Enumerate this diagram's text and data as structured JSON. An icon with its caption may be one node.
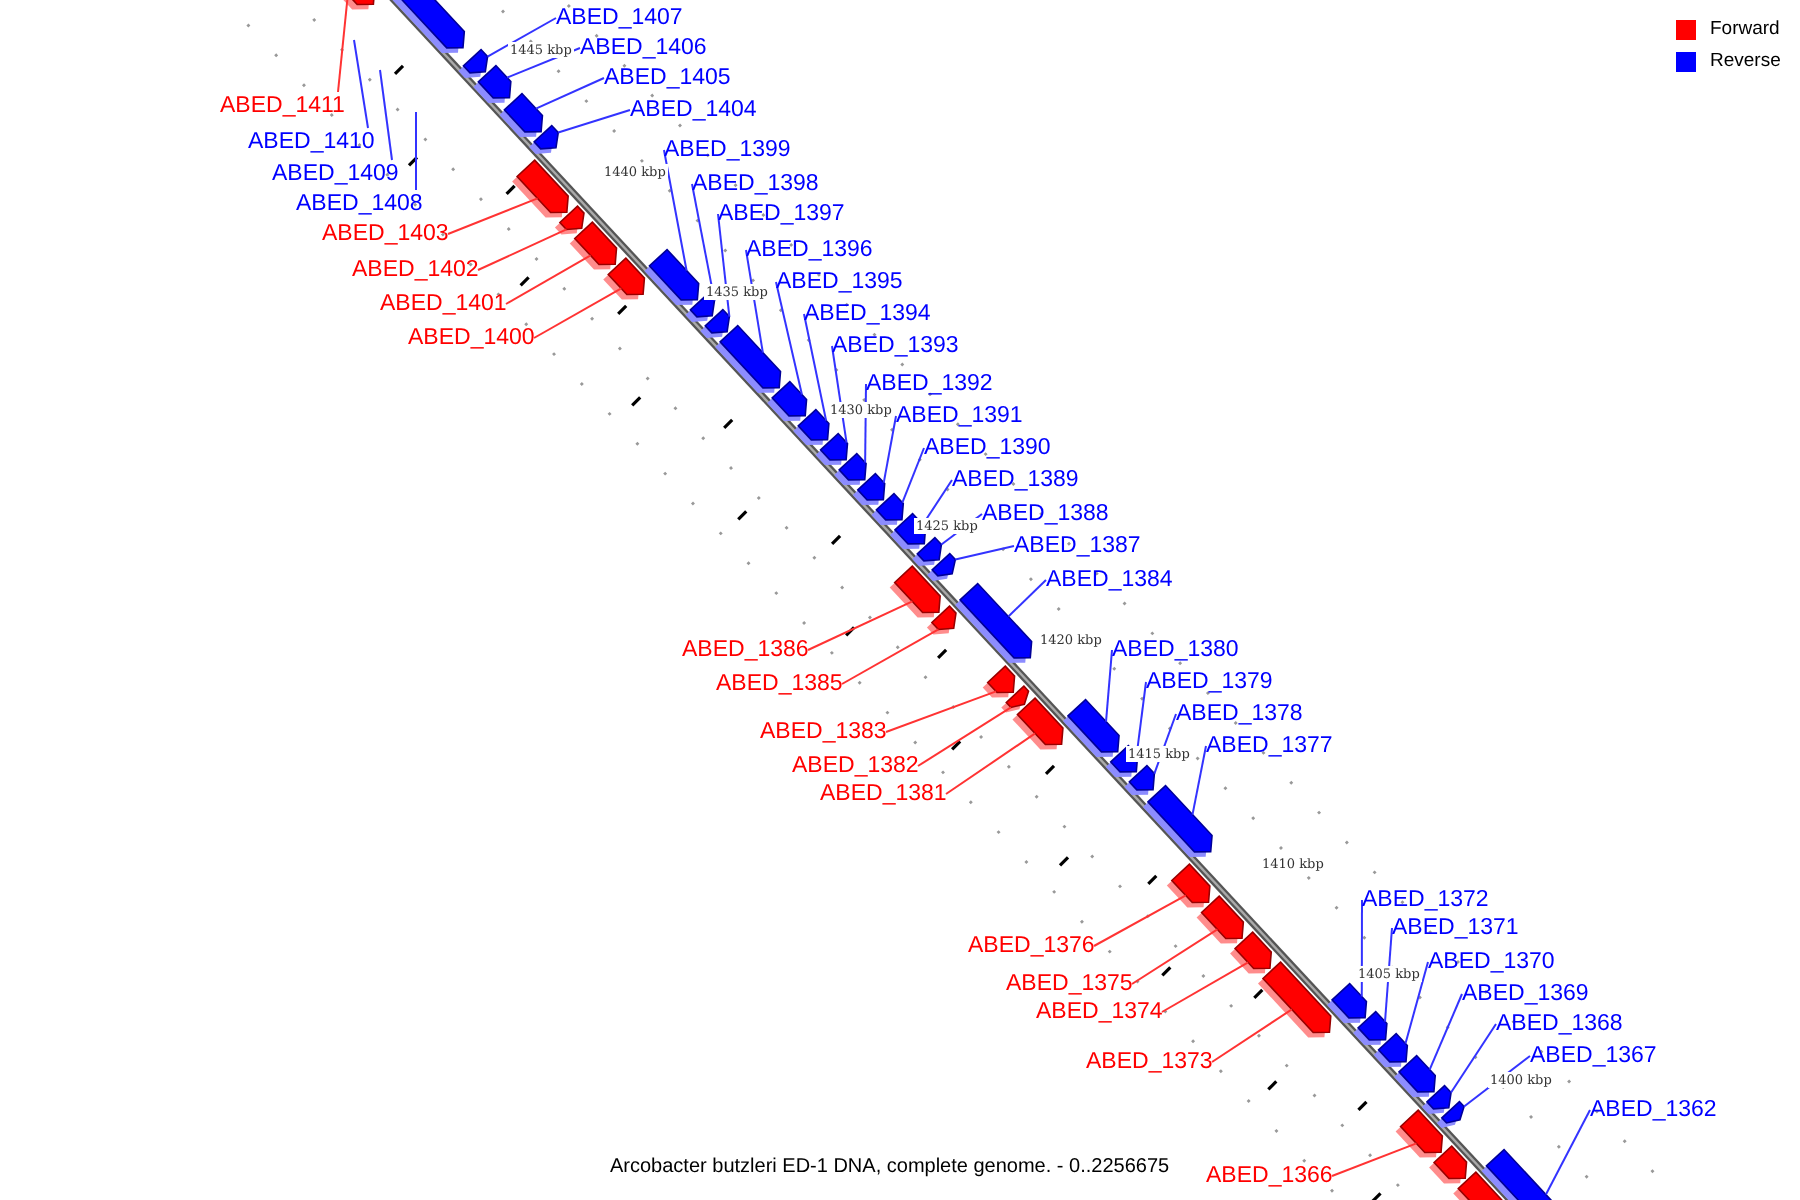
{
  "diagram": {
    "caption": "Arcobacter butzleri ED-1 DNA, complete genome. - 0..2256675",
    "nodes": [
      {
        "text": [
          "ABED_1407"
        ]
      },
      {
        "text": [
          "ABED_1406"
        ]
      },
      {
        "text": [
          "ABED_1405"
        ]
      },
      {
        "text": [
          "ABED_1411"
        ]
      },
      {
        "text": [
          "ABED_1404"
        ]
      },
      {
        "text": [
          "ABED_1410"
        ]
      },
      {
        "text": [
          "ABED_1399"
        ]
      },
      {
        "text": [
          "ABED_1409"
        ]
      },
      {
        "text": [
          "ABED_1398"
        ]
      },
      {
        "text": [
          "ABED_1408"
        ]
      },
      {
        "text": [
          "ABED_1397"
        ]
      },
      {
        "text": [
          "ABED_1403"
        ]
      },
      {
        "text": [
          "ABED_1396"
        ]
      },
      {
        "text": [
          "ABED_1402"
        ]
      },
      {
        "text": [
          "ABED_1395"
        ]
      },
      {
        "text": [
          "ABED_1401"
        ]
      },
      {
        "text": [
          "ABED_1394"
        ]
      },
      {
        "text": [
          "ABED_1400"
        ]
      },
      {
        "text": [
          "ABED_1393"
        ]
      },
      {
        "text": [
          "ABED_1392"
        ]
      },
      {
        "text": [
          "ABED_1391"
        ]
      },
      {
        "text": [
          "ABED_1390"
        ]
      },
      {
        "text": [
          "ABED_1389"
        ]
      },
      {
        "text": [
          "ABED_1388"
        ]
      },
      {
        "text": [
          "ABED_1387"
        ]
      },
      {
        "text": [
          "ABED_1384"
        ]
      },
      {
        "text": [
          "ABED_1386"
        ]
      },
      {
        "text": [
          "ABED_1380"
        ]
      },
      {
        "text": [
          "ABED_1385"
        ]
      },
      {
        "text": [
          "ABED_1379"
        ]
      },
      {
        "text": [
          "ABED_1378"
        ]
      },
      {
        "text": [
          "ABED_1383"
        ]
      },
      {
        "text": [
          "ABED_1377"
        ]
      },
      {
        "text": [
          "ABED_1382"
        ]
      },
      {
        "text": [
          "ABED_1381"
        ]
      },
      {
        "text": [
          "ABED_1372"
        ]
      },
      {
        "text": [
          "ABED_1371"
        ]
      },
      {
        "text": [
          "ABED_1376"
        ]
      },
      {
        "text": [
          "ABED_1370"
        ]
      },
      {
        "text": [
          "ABED_1375"
        ]
      },
      {
        "text": [
          "ABED_1369"
        ]
      },
      {
        "text": [
          "ABED_1374"
        ]
      },
      {
        "text": [
          "ABED_1368"
        ]
      },
      {
        "text": [
          "ABED_1373"
        ]
      },
      {
        "text": [
          "ABED_1367"
        ]
      },
      {
        "text": [
          "ABED_1362"
        ]
      },
      {
        "text": [
          "ABED_1366"
        ]
      },
      {
        "text": [],
        "shape": "arrow"
      },
      {
        "text": [],
        "shape": "arrow"
      },
      {
        "text": [],
        "shape": "arrow"
      },
      {
        "text": [],
        "shape": "arrow"
      },
      {
        "text": [],
        "shape": "arrow"
      },
      {
        "text": [],
        "shape": "arrow"
      },
      {
        "text": [],
        "shape": "arrow"
      },
      {
        "text": [],
        "shape": "arrow"
      },
      {
        "text": [],
        "shape": "arrow"
      },
      {
        "text": [],
        "shape": "arrow"
      },
      {
        "text": [],
        "shape": "arrow"
      },
      {
        "text": [],
        "shape": "arrow"
      },
      {
        "text": [],
        "shape": "arrow"
      },
      {
        "text": [],
        "shape": "arrow"
      },
      {
        "text": [],
        "shape": "arrow"
      },
      {
        "text": [],
        "shape": "arrow"
      },
      {
        "text": [],
        "shape": "arrow"
      },
      {
        "text": [],
        "shape": "arrow"
      },
      {
        "text": [],
        "shape": "arrow"
      },
      {
        "text": [],
        "shape": "arrow"
      },
      {
        "text": [],
        "shape": "arrow"
      },
      {
        "text": [],
        "shape": "arrow"
      },
      {
        "text": [],
        "shape": "arrow"
      },
      {
        "text": [],
        "shape": "arrow"
      },
      {
        "text": [],
        "shape": "arrow"
      },
      {
        "text": [],
        "shape": "arrow"
      },
      {
        "text": [],
        "shape": "arrow"
      },
      {
        "text": [],
        "shape": "arrow"
      },
      {
        "text": [],
        "shape": "arrow"
      },
      {
        "text": [],
        "shape": "arrow"
      },
      {
        "text": [],
        "shape": "arrow"
      },
      {
        "text": [],
        "shape": "arrow"
      },
      {
        "text": [],
        "shape": "arrow"
      },
      {
        "text": [],
        "shape": "arrow"
      },
      {
        "text": [],
        "shape": "arrow"
      },
      {
        "text": [],
        "shape": "arrow"
      },
      {
        "text": [],
        "shape": "arrow"
      },
      {
        "text": [],
        "shape": "arrow"
      },
      {
        "text": [],
        "shape": "arrow"
      },
      {
        "text": [],
        "shape": "arrow"
      },
      {
        "text": [],
        "shape": "arrow"
      },
      {
        "text": [],
        "shape": "arrow"
      },
      {
        "text": [],
        "shape": "arrow"
      },
      {
        "text": [],
        "shape": "arrow"
      },
      {
        "text": [],
        "shape": "arrow"
      },
      {
        "text": [],
        "shape": "arrow"
      },
      {
        "text": [],
        "shape": "arrow"
      }
    ],
    "edges": [
      {
        "from": 0,
        "to": 49,
        "arrow": "none"
      },
      {
        "from": 1,
        "to": 50,
        "arrow": "none"
      },
      {
        "from": 2,
        "to": 51,
        "arrow": "none"
      },
      {
        "from": 3,
        "to": 47,
        "arrow": "none",
        "color": "#ff3333"
      },
      {
        "from": 4,
        "to": 52,
        "arrow": "none"
      },
      {
        "from": 5,
        "to": null,
        "arrow": "none"
      },
      {
        "from": 6,
        "to": 57,
        "arrow": "none"
      },
      {
        "from": 7,
        "to": null,
        "arrow": "none"
      },
      {
        "from": 8,
        "to": 58,
        "arrow": "none"
      },
      {
        "from": 9,
        "to": null,
        "arrow": "none"
      },
      {
        "from": 10,
        "to": 59,
        "arrow": "none"
      },
      {
        "from": 11,
        "to": 53,
        "arrow": "none",
        "color": "#ff3333"
      },
      {
        "from": 12,
        "to": 60,
        "arrow": "none"
      },
      {
        "from": 13,
        "to": 54,
        "arrow": "none",
        "color": "#ff3333"
      },
      {
        "from": 14,
        "to": 61,
        "arrow": "none"
      },
      {
        "from": 15,
        "to": 55,
        "arrow": "none",
        "color": "#ff3333"
      },
      {
        "from": 16,
        "to": 62,
        "arrow": "none"
      },
      {
        "from": 17,
        "to": 56,
        "arrow": "none",
        "color": "#ff3333"
      },
      {
        "from": 18,
        "to": 63,
        "arrow": "none"
      },
      {
        "from": 19,
        "to": 64,
        "arrow": "none"
      },
      {
        "from": 20,
        "to": 65,
        "arrow": "none"
      },
      {
        "from": 21,
        "to": 66,
        "arrow": "none"
      },
      {
        "from": 22,
        "to": 67,
        "arrow": "none"
      },
      {
        "from": 23,
        "to": 68,
        "arrow": "none"
      },
      {
        "from": 24,
        "to": 69,
        "arrow": "none"
      },
      {
        "from": 25,
        "to": 72,
        "arrow": "none"
      },
      {
        "from": 26,
        "to": 70,
        "arrow": "none",
        "color": "#ff3333"
      },
      {
        "from": 27,
        "to": 76,
        "arrow": "none"
      },
      {
        "from": 28,
        "to": 71,
        "arrow": "none",
        "color": "#ff3333"
      },
      {
        "from": 29,
        "to": 77,
        "arrow": "none"
      },
      {
        "from": 30,
        "to": 78,
        "arrow": "none"
      },
      {
        "from": 31,
        "to": 73,
        "arrow": "none",
        "color": "#ff3333"
      },
      {
        "from": 32,
        "to": 79,
        "arrow": "none"
      },
      {
        "from": 33,
        "to": 74,
        "arrow": "none",
        "color": "#ff3333"
      },
      {
        "from": 34,
        "to": 75,
        "arrow": "none",
        "color": "#ff3333"
      },
      {
        "from": 35,
        "to": 84,
        "arrow": "none"
      },
      {
        "from": 36,
        "to": 85,
        "arrow": "none"
      },
      {
        "from": 37,
        "to": 80,
        "arrow": "none",
        "color": "#ff3333"
      },
      {
        "from": 38,
        "to": 86,
        "arrow": "none"
      },
      {
        "from": 39,
        "to": 81,
        "arrow": "none",
        "color": "#ff3333"
      },
      {
        "from": 40,
        "to": 87,
        "arrow": "none"
      },
      {
        "from": 41,
        "to": 82,
        "arrow": "none",
        "color": "#ff3333"
      },
      {
        "from": 42,
        "to": 88,
        "arrow": "none"
      },
      {
        "from": 43,
        "to": 83,
        "arrow": "none",
        "color": "#ff3333"
      },
      {
        "from": 44,
        "to": 90,
        "arrow": "none"
      },
      {
        "from": 45,
        "to": 93,
        "arrow": "none"
      },
      {
        "from": 46,
        "to": 89,
        "arrow": "none",
        "color": "#ff3333"
      }
    ],
    "labels": [
      "1445 kbp",
      "1440 kbp",
      "1435 kbp",
      "1430 kbp",
      "1425 kbp",
      "1420 kbp",
      "1415 kbp",
      "1410 kbp",
      "1405 kbp",
      "1400 kbp"
    ],
    "legend": [
      {
        "text": "Forward",
        "color": "#ff0000"
      },
      {
        "text": "Reverse",
        "color": "#0000ff"
      }
    ]
  }
}
